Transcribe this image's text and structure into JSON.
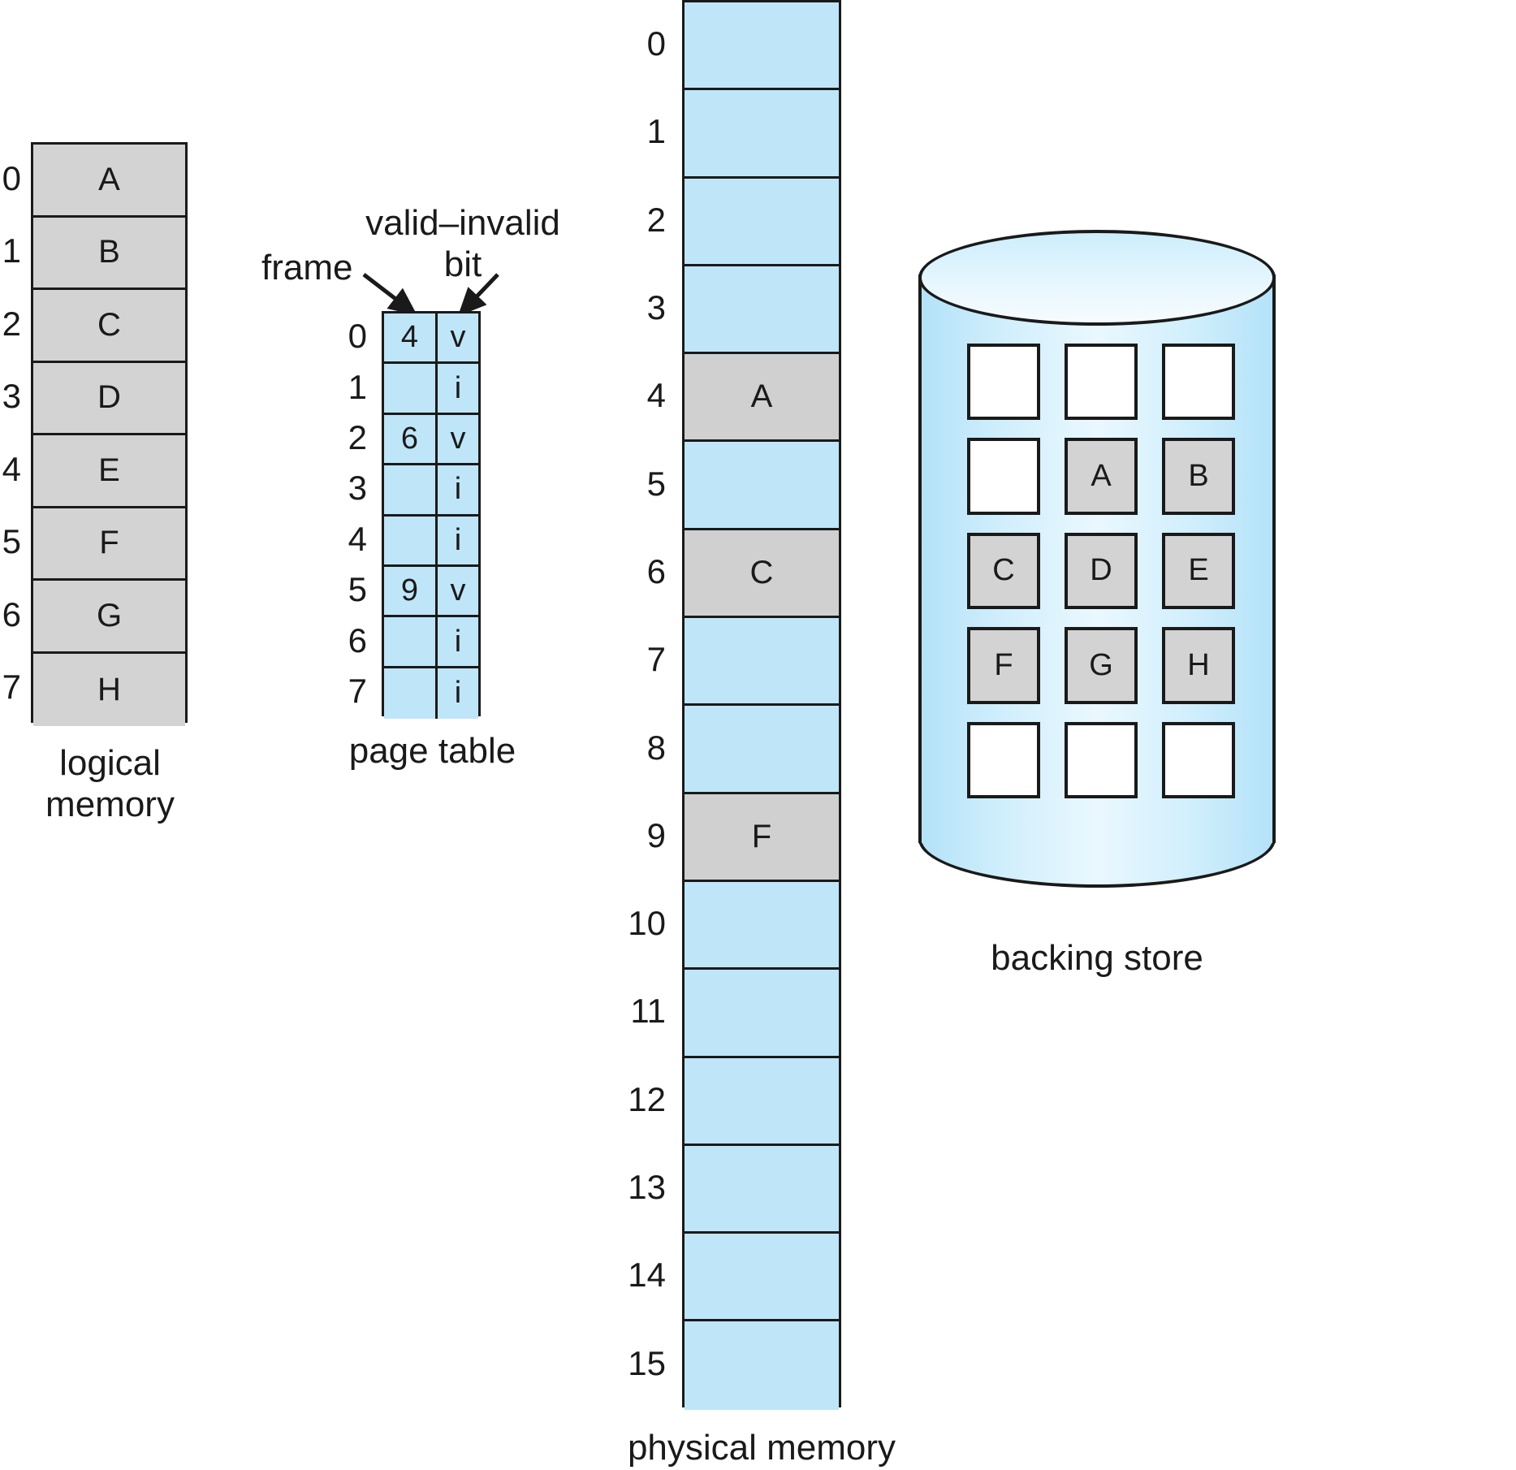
{
  "diagram": {
    "title": "paging with valid-invalid bit and backing store",
    "colors": {
      "memory_blue": "#bfe5f8",
      "used_gray": "#d3d3d3",
      "outline": "#1a1a1a"
    }
  },
  "logical_memory": {
    "caption": "logical\nmemory",
    "caption_line1": "logical",
    "caption_line2": "memory",
    "indices": [
      "0",
      "1",
      "2",
      "3",
      "4",
      "5",
      "6",
      "7"
    ],
    "cells": [
      "A",
      "B",
      "C",
      "D",
      "E",
      "F",
      "G",
      "H"
    ]
  },
  "page_table": {
    "caption": "page table",
    "frame_label": "frame",
    "valid_invalid_label_line1": "valid–invalid",
    "valid_invalid_label_line2": "bit",
    "indices": [
      "0",
      "1",
      "2",
      "3",
      "4",
      "5",
      "6",
      "7"
    ],
    "rows": [
      {
        "index": "0",
        "frame": "4",
        "bit": "v"
      },
      {
        "index": "1",
        "frame": "",
        "bit": "i"
      },
      {
        "index": "2",
        "frame": "6",
        "bit": "v"
      },
      {
        "index": "3",
        "frame": "",
        "bit": "i"
      },
      {
        "index": "4",
        "frame": "",
        "bit": "i"
      },
      {
        "index": "5",
        "frame": "9",
        "bit": "v"
      },
      {
        "index": "6",
        "frame": "",
        "bit": "i"
      },
      {
        "index": "7",
        "frame": "",
        "bit": "i"
      }
    ]
  },
  "physical_memory": {
    "caption": "physical memory",
    "indices": [
      "0",
      "1",
      "2",
      "3",
      "4",
      "5",
      "6",
      "7",
      "8",
      "9",
      "10",
      "11",
      "12",
      "13",
      "14",
      "15"
    ],
    "frames": [
      {
        "index": "0",
        "content": "",
        "used": false
      },
      {
        "index": "1",
        "content": "",
        "used": false
      },
      {
        "index": "2",
        "content": "",
        "used": false
      },
      {
        "index": "3",
        "content": "",
        "used": false
      },
      {
        "index": "4",
        "content": "A",
        "used": true
      },
      {
        "index": "5",
        "content": "",
        "used": false
      },
      {
        "index": "6",
        "content": "C",
        "used": true
      },
      {
        "index": "7",
        "content": "",
        "used": false
      },
      {
        "index": "8",
        "content": "",
        "used": false
      },
      {
        "index": "9",
        "content": "F",
        "used": true
      },
      {
        "index": "10",
        "content": "",
        "used": false
      },
      {
        "index": "11",
        "content": "",
        "used": false
      },
      {
        "index": "12",
        "content": "",
        "used": false
      },
      {
        "index": "13",
        "content": "",
        "used": false
      },
      {
        "index": "14",
        "content": "",
        "used": false
      },
      {
        "index": "15",
        "content": "",
        "used": false
      }
    ]
  },
  "backing_store": {
    "caption": "backing store",
    "grid": [
      [
        {
          "label": "",
          "filled": false
        },
        {
          "label": "",
          "filled": false
        },
        {
          "label": "",
          "filled": false
        }
      ],
      [
        {
          "label": "",
          "filled": false
        },
        {
          "label": "A",
          "filled": true
        },
        {
          "label": "B",
          "filled": true
        }
      ],
      [
        {
          "label": "C",
          "filled": true
        },
        {
          "label": "D",
          "filled": true
        },
        {
          "label": "E",
          "filled": true
        }
      ],
      [
        {
          "label": "F",
          "filled": true
        },
        {
          "label": "G",
          "filled": true
        },
        {
          "label": "H",
          "filled": true
        }
      ],
      [
        {
          "label": "",
          "filled": false
        },
        {
          "label": "",
          "filled": false
        },
        {
          "label": "",
          "filled": false
        }
      ]
    ]
  }
}
